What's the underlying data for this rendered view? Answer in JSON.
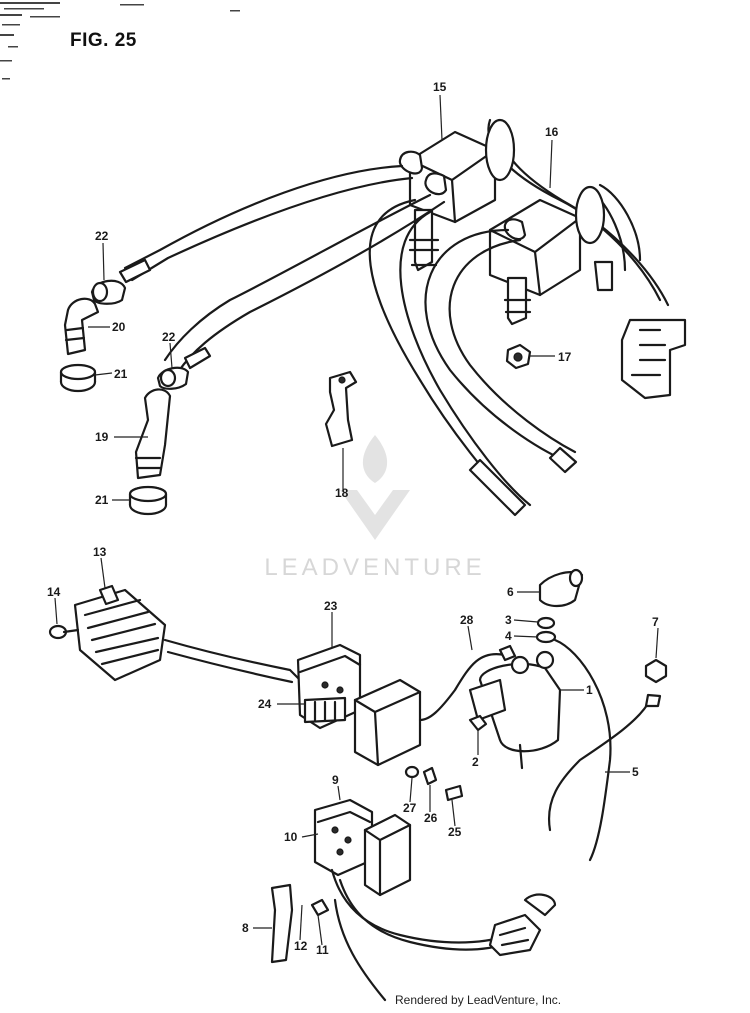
{
  "figure": {
    "title": "FIG. 25"
  },
  "callouts": {
    "c1": "1",
    "c2": "2",
    "c3": "3",
    "c4": "4",
    "c5": "5",
    "c6": "6",
    "c7": "7",
    "c8": "8",
    "c9": "9",
    "c10": "10",
    "c11": "11",
    "c12": "12",
    "c13": "13",
    "c14": "14",
    "c15": "15",
    "c16": "16",
    "c17": "17",
    "c18": "18",
    "c19": "19",
    "c20": "20",
    "c21a": "21",
    "c21b": "21",
    "c22a": "22",
    "c22b": "22",
    "c23": "23",
    "c24": "24",
    "c25": "25",
    "c26": "26",
    "c27": "27",
    "c28": "28"
  },
  "watermark": {
    "text": "LEADVENTURE"
  },
  "footer": {
    "credit": "Rendered by LeadVenture, Inc."
  }
}
